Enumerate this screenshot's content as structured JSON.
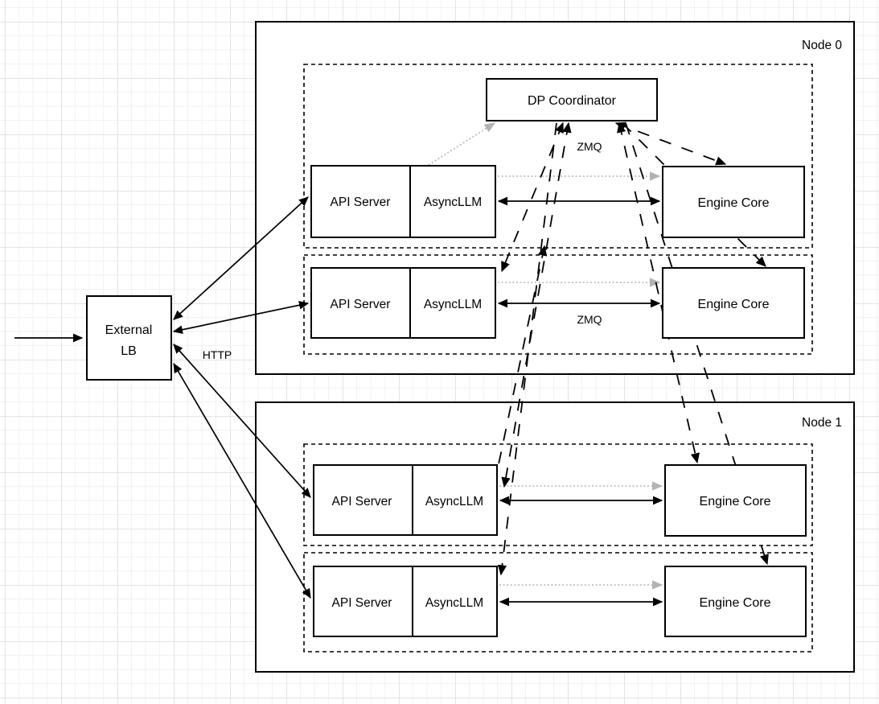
{
  "diagram": {
    "title_implicit": "",
    "external_lb": {
      "line1": "External",
      "line2": "LB"
    },
    "node0": {
      "label": "Node 0",
      "dp_coordinator": "DP Coordinator",
      "groups": [
        {
          "api": "API Server",
          "async": "AsyncLLM",
          "engine": "Engine Core"
        },
        {
          "api": "API Server",
          "async": "AsyncLLM",
          "engine": "Engine Core"
        }
      ]
    },
    "node1": {
      "label": "Node 1",
      "groups": [
        {
          "api": "API Server",
          "async": "AsyncLLM",
          "engine": "Engine Core"
        },
        {
          "api": "API Server",
          "async": "AsyncLLM",
          "engine": "Engine Core"
        }
      ]
    },
    "edge_labels": {
      "http": "HTTP",
      "zmq_coordinator": "ZMQ",
      "zmq_engine": "ZMQ"
    },
    "colors": {
      "line": "#000000",
      "dotted_gray": "#b3b3b3",
      "box_fill": "#ffffff",
      "grid_minor": "#f2f2f2",
      "grid_major": "#e3e3e3"
    },
    "edges": [
      {
        "from": "inbound-traffic",
        "to": "external-lb",
        "style": "solid-arrow"
      },
      {
        "from": "external-lb",
        "to": "api-server-1",
        "style": "solid-double-arrow",
        "label": "HTTP"
      },
      {
        "from": "external-lb",
        "to": "api-server-2",
        "style": "solid-double-arrow",
        "label": "HTTP"
      },
      {
        "from": "external-lb",
        "to": "api-server-3",
        "style": "solid-double-arrow",
        "label": "HTTP"
      },
      {
        "from": "external-lb",
        "to": "api-server-4",
        "style": "solid-double-arrow",
        "label": "HTTP"
      },
      {
        "from": "asyncllm-1",
        "to": "engine-core-1",
        "style": "solid-double-arrow",
        "label": "ZMQ"
      },
      {
        "from": "asyncllm-2",
        "to": "engine-core-2",
        "style": "solid-double-arrow",
        "label": "ZMQ"
      },
      {
        "from": "asyncllm-3",
        "to": "engine-core-3",
        "style": "solid-double-arrow",
        "label": "ZMQ"
      },
      {
        "from": "asyncllm-4",
        "to": "engine-core-4",
        "style": "solid-double-arrow",
        "label": "ZMQ"
      },
      {
        "from": "asyncllm-1",
        "to": "dp-coordinator",
        "style": "dotted-gray-arrow"
      },
      {
        "from": "asyncllm-1",
        "to": "engine-core-1",
        "style": "dotted-gray-arrow"
      },
      {
        "from": "asyncllm-2",
        "to": "engine-core-2",
        "style": "dotted-gray-arrow"
      },
      {
        "from": "asyncllm-3",
        "to": "engine-core-3",
        "style": "dotted-gray-arrow"
      },
      {
        "from": "asyncllm-4",
        "to": "engine-core-4",
        "style": "dotted-gray-arrow"
      },
      {
        "from": "dp-coordinator",
        "to": "asyncllm-2",
        "style": "dashed-double-arrow"
      },
      {
        "from": "dp-coordinator",
        "to": "asyncllm-3",
        "style": "dashed-double-arrow"
      },
      {
        "from": "dp-coordinator",
        "to": "asyncllm-4",
        "style": "dashed-arrow"
      },
      {
        "from": "asyncllm-3",
        "to": "node0-group-1",
        "style": "dashed-arrow"
      },
      {
        "from": "dp-coordinator",
        "to": "engine-core-1",
        "style": "dashed-double-arrow",
        "label": "ZMQ"
      },
      {
        "from": "dp-coordinator",
        "to": "engine-core-2",
        "style": "dashed-arrow"
      },
      {
        "from": "dp-coordinator",
        "to": "engine-core-3",
        "style": "dashed-double-arrow"
      },
      {
        "from": "dp-coordinator",
        "to": "engine-core-4",
        "style": "dashed-arrow"
      }
    ]
  }
}
